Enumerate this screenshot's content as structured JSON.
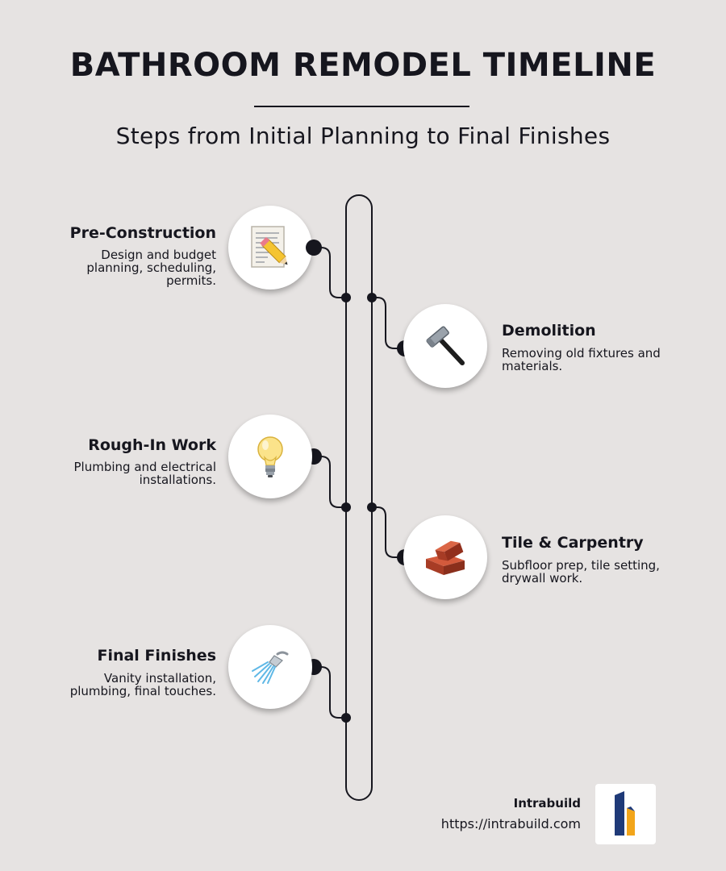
{
  "title": "BATHROOM REMODEL TIMELINE",
  "subtitle": "Steps from Initial Planning to Final Finishes",
  "steps": [
    {
      "title": "Pre-Construction",
      "description": "Design and budget planning, scheduling, permits.",
      "icon": "memo-pencil-icon"
    },
    {
      "title": "Demolition",
      "description": "Removing old fixtures and materials.",
      "icon": "hammer-icon"
    },
    {
      "title": "Rough-In Work",
      "description": "Plumbing and electrical installations.",
      "icon": "lightbulb-icon"
    },
    {
      "title": "Tile & Carpentry",
      "description": "Subfloor prep, tile setting, drywall work.",
      "icon": "bricks-icon"
    },
    {
      "title": "Final Finishes",
      "description": "Vanity installation, plumbing, final touches.",
      "icon": "shower-icon"
    }
  ],
  "footer": {
    "brand": "Intrabuild",
    "url": "https://intrabuild.com",
    "logo": "intrabuild-logo"
  },
  "colors": {
    "background": "#e6e3e2",
    "text": "#16161e",
    "logo_blue": "#1f3a78",
    "logo_orange": "#f2a51a"
  }
}
